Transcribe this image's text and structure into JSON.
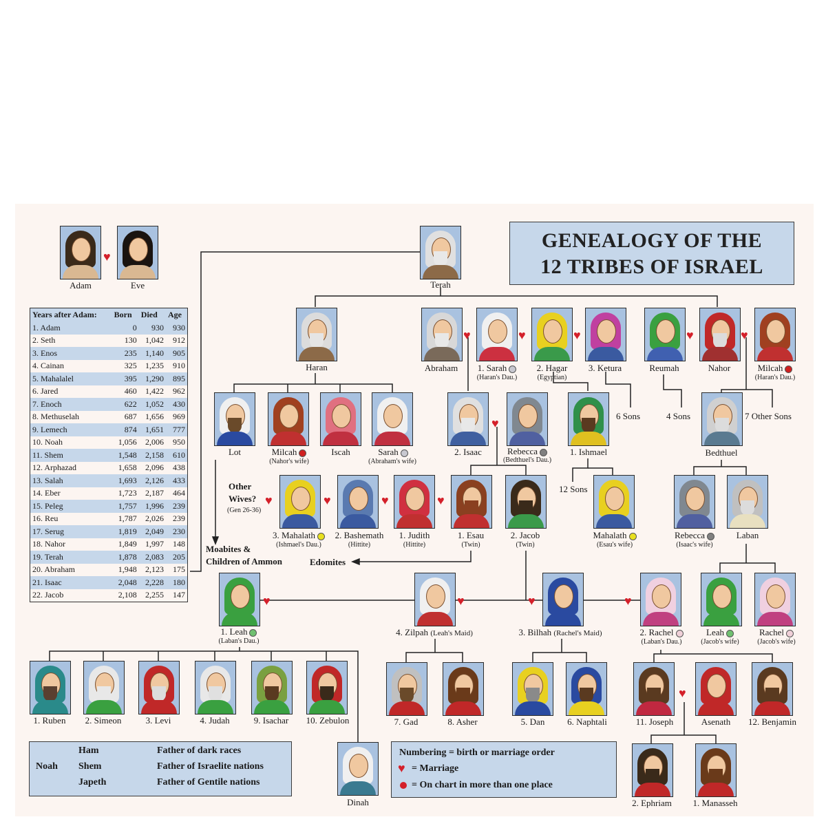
{
  "title": {
    "line1": "GENEALOGY OF THE",
    "line2": "12 TRIBES OF ISRAEL"
  },
  "people": {
    "adam": "Adam",
    "eve": "Eve",
    "terah": "Terah",
    "haran": "Haran",
    "abraham": "Abraham",
    "sarah1": "1. Sarah",
    "sarah1_note": "(Haran's Dau.)",
    "hagar": "2. Hagar",
    "hagar_note": "(Egyptian)",
    "ketura": "3. Ketura",
    "reumah": "Reumah",
    "nahor": "Nahor",
    "milcah_r": "Milcah",
    "milcah_r_note": "(Haran's Dau.)",
    "lot": "Lot",
    "milcah": "Milcah",
    "milcah_note": "(Nahor's wife)",
    "iscah": "Iscah",
    "sarah": "Sarah",
    "sarah_note": "(Abraham's wife)",
    "isaac": "2. Isaac",
    "rebecca": "Rebecca",
    "rebecca_note": "(Bedthuel's Dau.)",
    "ishmael": "1. Ishmael",
    "bedthuel": "Bedthuel",
    "mahalath": "3. Mahalath",
    "mahalath_note": "(Ishmael's Dau.)",
    "bashemath": "2. Bashemath",
    "bashemath_note": "(Hittite)",
    "judith": "1. Judith",
    "judith_note": "(Hittite)",
    "esau": "1. Esau",
    "esau_note": "(Twin)",
    "jacob": "2. Jacob",
    "jacob_note": "(Twin)",
    "mahalath2": "Mahalath",
    "mahalath2_note": "(Esau's wife)",
    "rebecca2": "Rebecca",
    "rebecca2_note": "(Isaac's wife)",
    "laban": "Laban",
    "leah": "1. Leah",
    "leah_note": "(Laban's Dau.)",
    "zilpah": "4. Zilpah",
    "zilpah_note": "(Leah's Maid)",
    "bilhah": "3. Bilhah",
    "bilhah_note": "(Rachel's Maid)",
    "rachel": "2. Rachel",
    "rachel_note": "(Laban's Dau.)",
    "leah2": "Leah",
    "leah2_note": "(Jacob's wife)",
    "rachel2": "Rachel",
    "rachel2_note": "(Jacob's wife)",
    "ruben": "1. Ruben",
    "simeon": "2. Simeon",
    "levi": "3. Levi",
    "judah": "4. Judah",
    "isachar": "9. Isachar",
    "zebulon": "10. Zebulon",
    "gad": "7. Gad",
    "asher": "8. Asher",
    "dan": "5. Dan",
    "naphtali": "6. Naphtali",
    "joseph": "11. Joseph",
    "asenath": "Asenath",
    "benjamin": "12. Benjamin",
    "dinah": "Dinah",
    "ephriam": "2. Ephriam",
    "manasseh": "1. Manasseh"
  },
  "notes": {
    "six_sons": "6 Sons",
    "four_sons": "4 Sons",
    "seven_sons": "7 Other Sons",
    "twelve_sons": "12 Sons",
    "other_wives": "Other",
    "other_wives2": "Wives?",
    "gen_ref": "(Gen 26-36)",
    "moabites": "Moabites &",
    "moabites2": "Children of Ammon",
    "edomites": "Edomites"
  },
  "years_table": {
    "headers": [
      "Years after Adam:",
      "Born",
      "Died",
      "Age"
    ],
    "rows": [
      [
        "1. Adam",
        "0",
        "930",
        "930"
      ],
      [
        "2. Seth",
        "130",
        "1,042",
        "912"
      ],
      [
        "3. Enos",
        "235",
        "1,140",
        "905"
      ],
      [
        "4. Cainan",
        "325",
        "1,235",
        "910"
      ],
      [
        "5. Mahalalel",
        "395",
        "1,290",
        "895"
      ],
      [
        "6. Jared",
        "460",
        "1,422",
        "962"
      ],
      [
        "7. Enoch",
        "622",
        "1,052",
        "430"
      ],
      [
        "8. Methuselah",
        "687",
        "1,656",
        "969"
      ],
      [
        "9. Lemech",
        "874",
        "1,651",
        "777"
      ],
      [
        "10. Noah",
        "1,056",
        "2,006",
        "950"
      ],
      [
        "11. Shem",
        "1,548",
        "2,158",
        "610"
      ],
      [
        "12. Arphazad",
        "1,658",
        "2,096",
        "438"
      ],
      [
        "13. Salah",
        "1,693",
        "2,126",
        "433"
      ],
      [
        "14. Eber",
        "1,723",
        "2,187",
        "464"
      ],
      [
        "15. Peleg",
        "1,757",
        "1,996",
        "239"
      ],
      [
        "16. Reu",
        "1,787",
        "2,026",
        "239"
      ],
      [
        "17. Serug",
        "1,819",
        "2,049",
        "230"
      ],
      [
        "18. Nahor",
        "1,849",
        "1,997",
        "148"
      ],
      [
        "19. Terah",
        "1,878",
        "2,083",
        "205"
      ],
      [
        "20. Abraham",
        "1,948",
        "2,123",
        "175"
      ],
      [
        "21. Isaac",
        "2,048",
        "2,228",
        "180"
      ],
      [
        "22. Jacob",
        "2,108",
        "2,255",
        "147"
      ]
    ]
  },
  "noah_legend": {
    "noah": "Noah",
    "rows": [
      {
        "son": "Ham",
        "desc": "Father of dark races"
      },
      {
        "son": "Shem",
        "desc": "Father of Israelite nations"
      },
      {
        "son": "Japeth",
        "desc": "Father of Gentile nations"
      }
    ]
  },
  "key_legend": {
    "numbering": "Numbering = birth or marriage order",
    "marriage": "= Marriage",
    "multiple": "= On chart in more than one place"
  },
  "colors": {
    "panel_blue": "#c6d7ea",
    "heart_red": "#d4202a",
    "background": "#fcf5f1"
  }
}
